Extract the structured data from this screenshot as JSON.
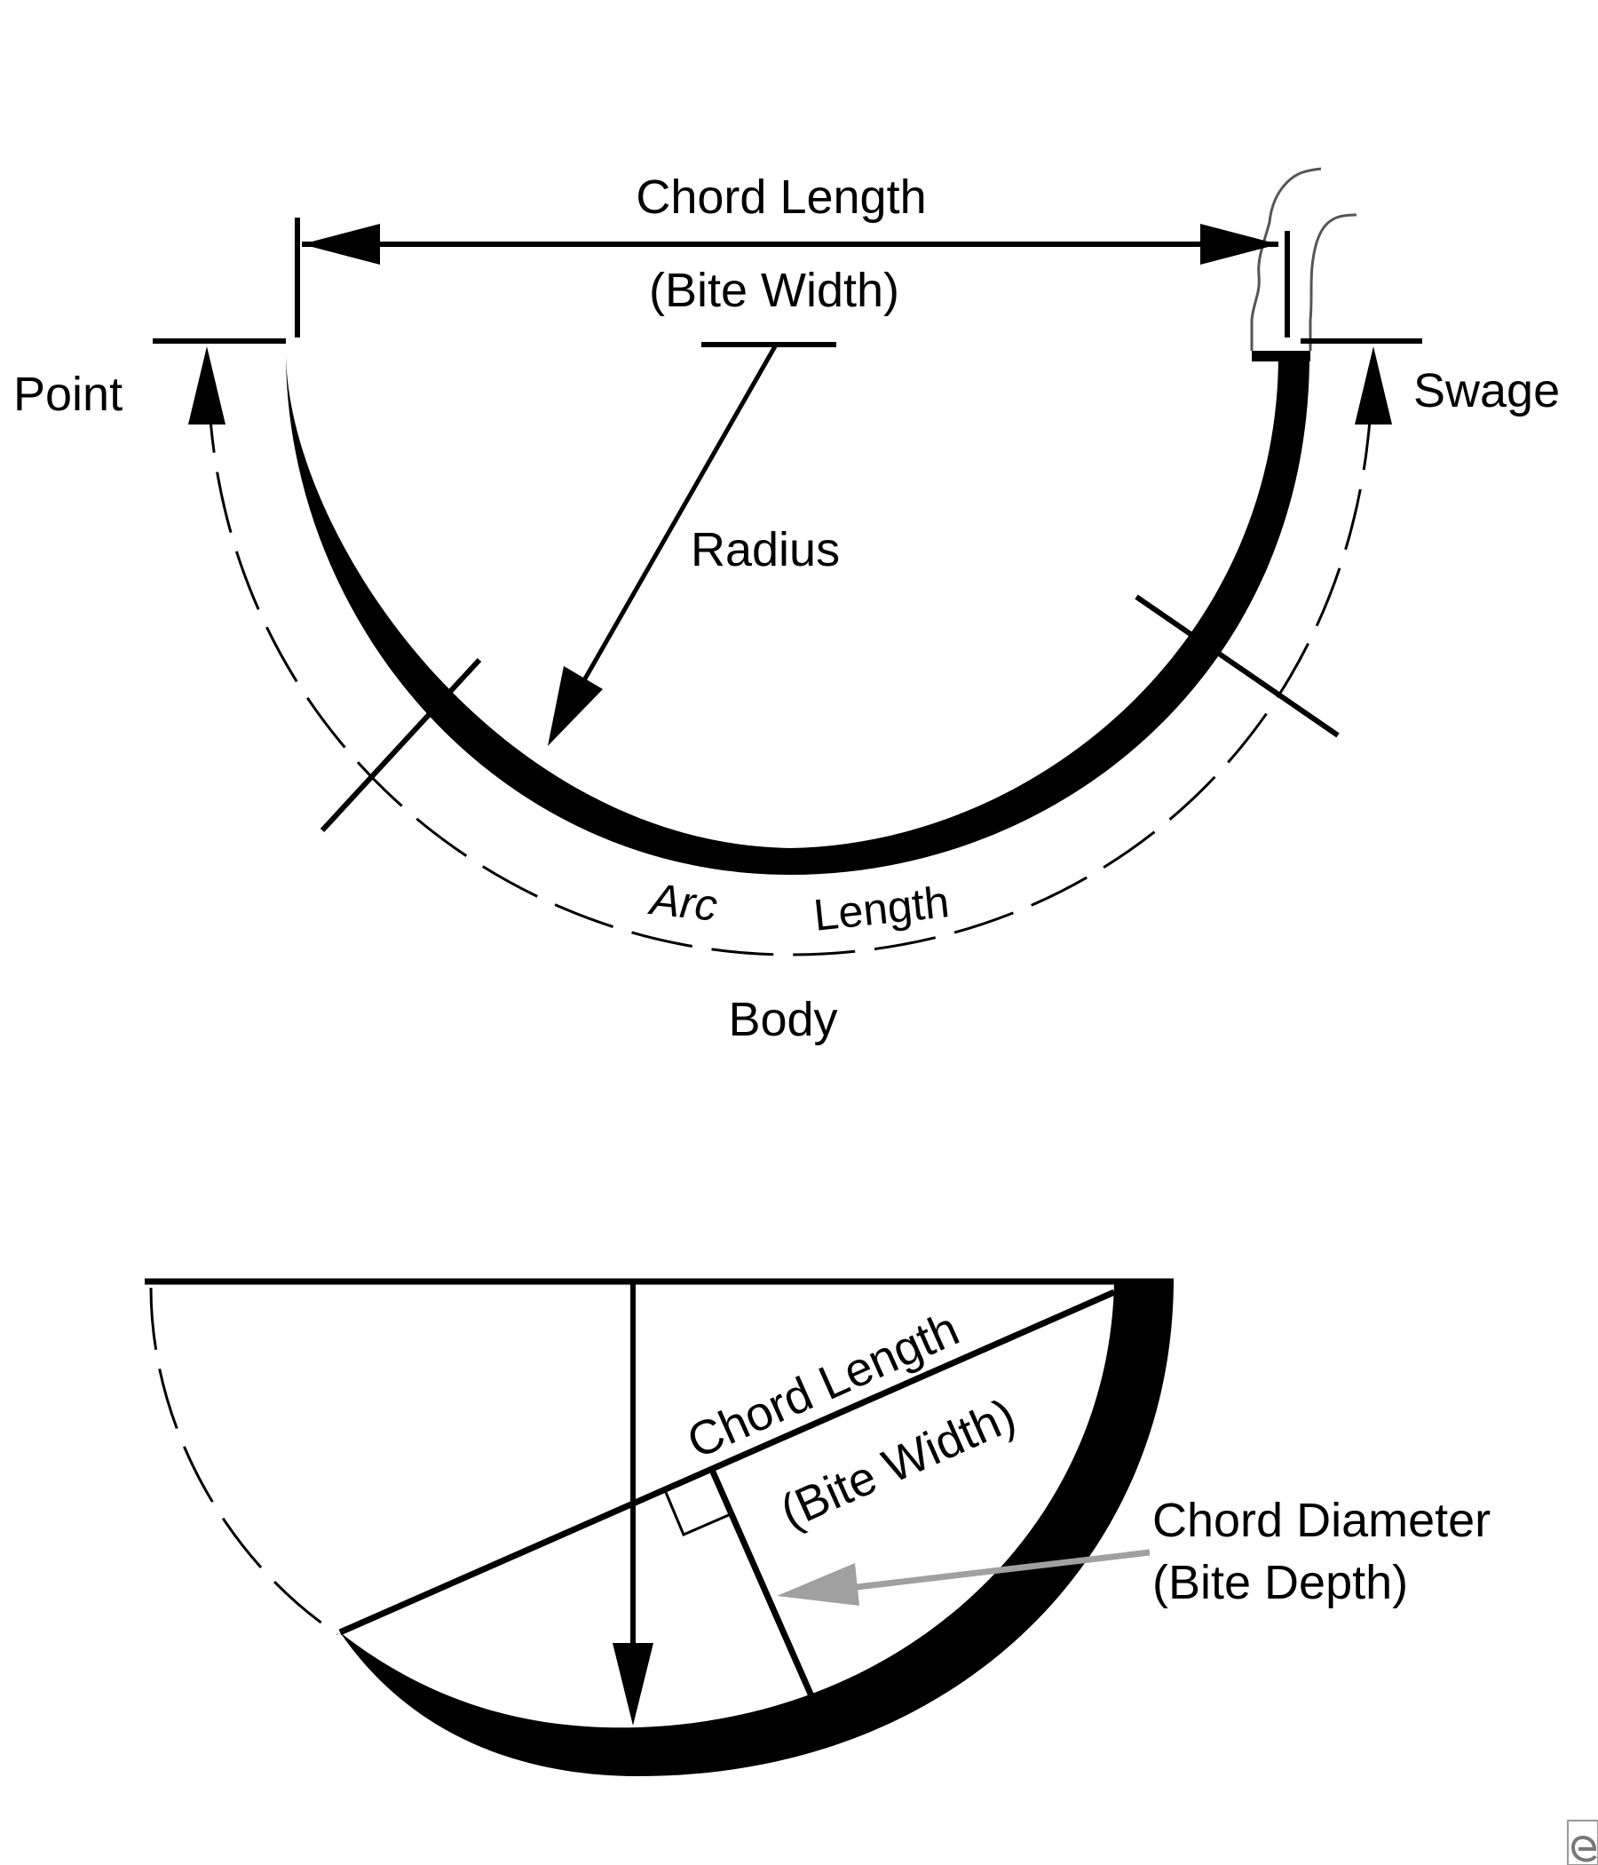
{
  "colors": {
    "ink": "#000000",
    "arrow_gray": "#a0a0a0",
    "background": "#ffffff"
  },
  "top_figure": {
    "chord_length_label": "Chord Length",
    "bite_width_label": "(Bite Width)",
    "radius_label": "Radius",
    "point_label": "Point",
    "swage_label": "Swage",
    "arc_label": "Arc",
    "length_label": "Length",
    "body_label": "Body"
  },
  "bottom_figure": {
    "chord_length_label": "Chord Length",
    "bite_width_label": "(Bite Width)",
    "chord_diameter_label": "Chord Diameter",
    "bite_depth_label": "(Bite Depth)"
  },
  "watermark": {
    "icon": "e-logo-icon"
  }
}
